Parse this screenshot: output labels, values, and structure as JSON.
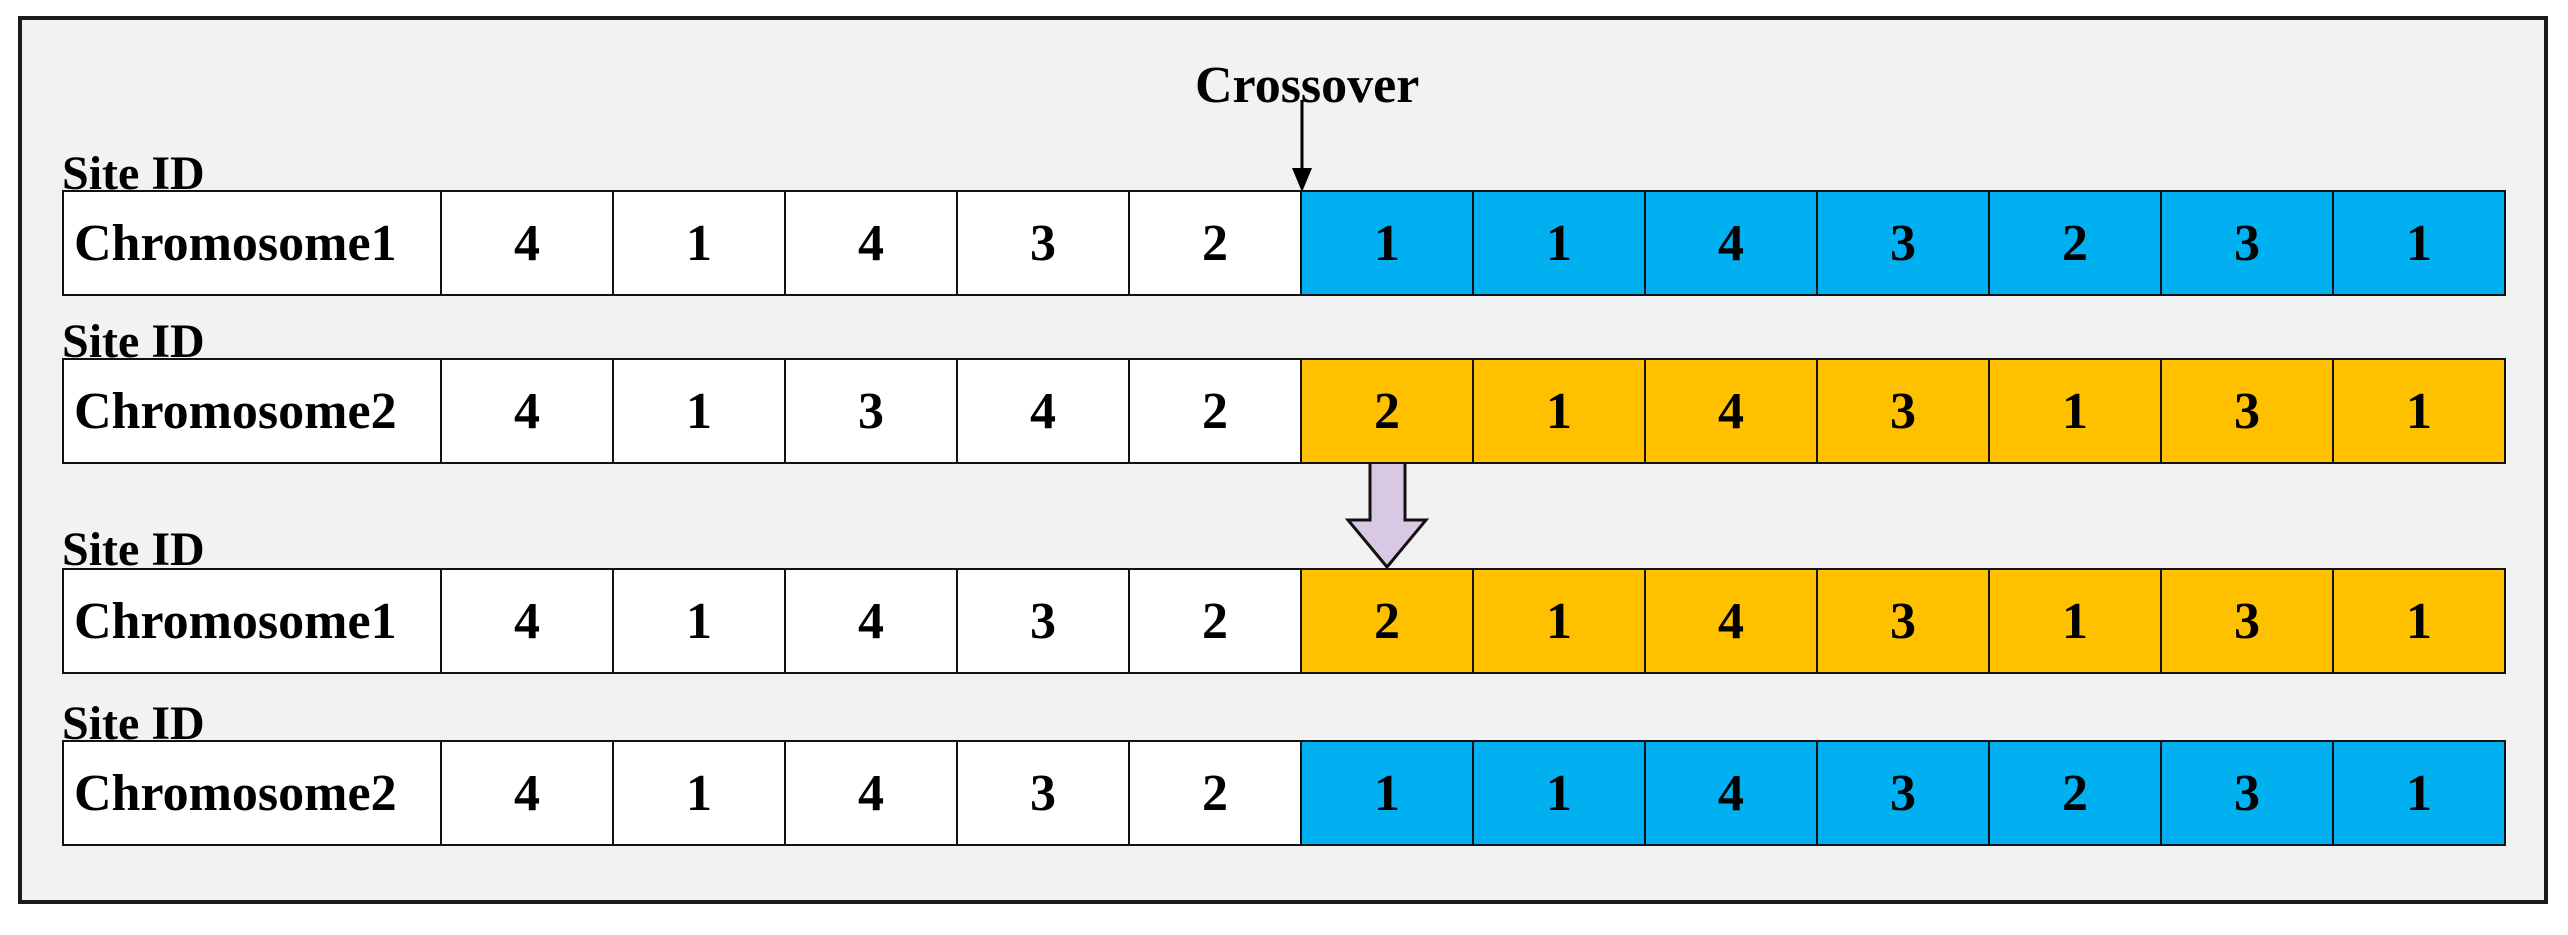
{
  "crossover_label": "Crossover",
  "colors": {
    "parent1_tail": "#00b0f0",
    "parent2_tail": "#ffc000",
    "plain": "#ffffff",
    "arrow_fill": "#d9c8e3"
  },
  "rows": [
    {
      "site_label": "Site ID",
      "name": "Chromosome1",
      "head": [
        "4",
        "1",
        "4",
        "3",
        "2"
      ],
      "tail": [
        "1",
        "1",
        "4",
        "3",
        "2",
        "3",
        "1"
      ],
      "tail_color": "#00b0f0"
    },
    {
      "site_label": "Site ID",
      "name": "Chromosome2",
      "head": [
        "4",
        "1",
        "3",
        "4",
        "2"
      ],
      "tail": [
        "2",
        "1",
        "4",
        "3",
        "1",
        "3",
        "1"
      ],
      "tail_color": "#ffc000"
    },
    {
      "site_label": "Site ID",
      "name": "Chromosome1",
      "head": [
        "4",
        "1",
        "4",
        "3",
        "2"
      ],
      "tail": [
        "2",
        "1",
        "4",
        "3",
        "1",
        "3",
        "1"
      ],
      "tail_color": "#ffc000"
    },
    {
      "site_label": "Site ID",
      "name": "Chromosome2",
      "head": [
        "4",
        "1",
        "4",
        "3",
        "2"
      ],
      "tail": [
        "1",
        "1",
        "4",
        "3",
        "2",
        "3",
        "1"
      ],
      "tail_color": "#00b0f0"
    }
  ]
}
